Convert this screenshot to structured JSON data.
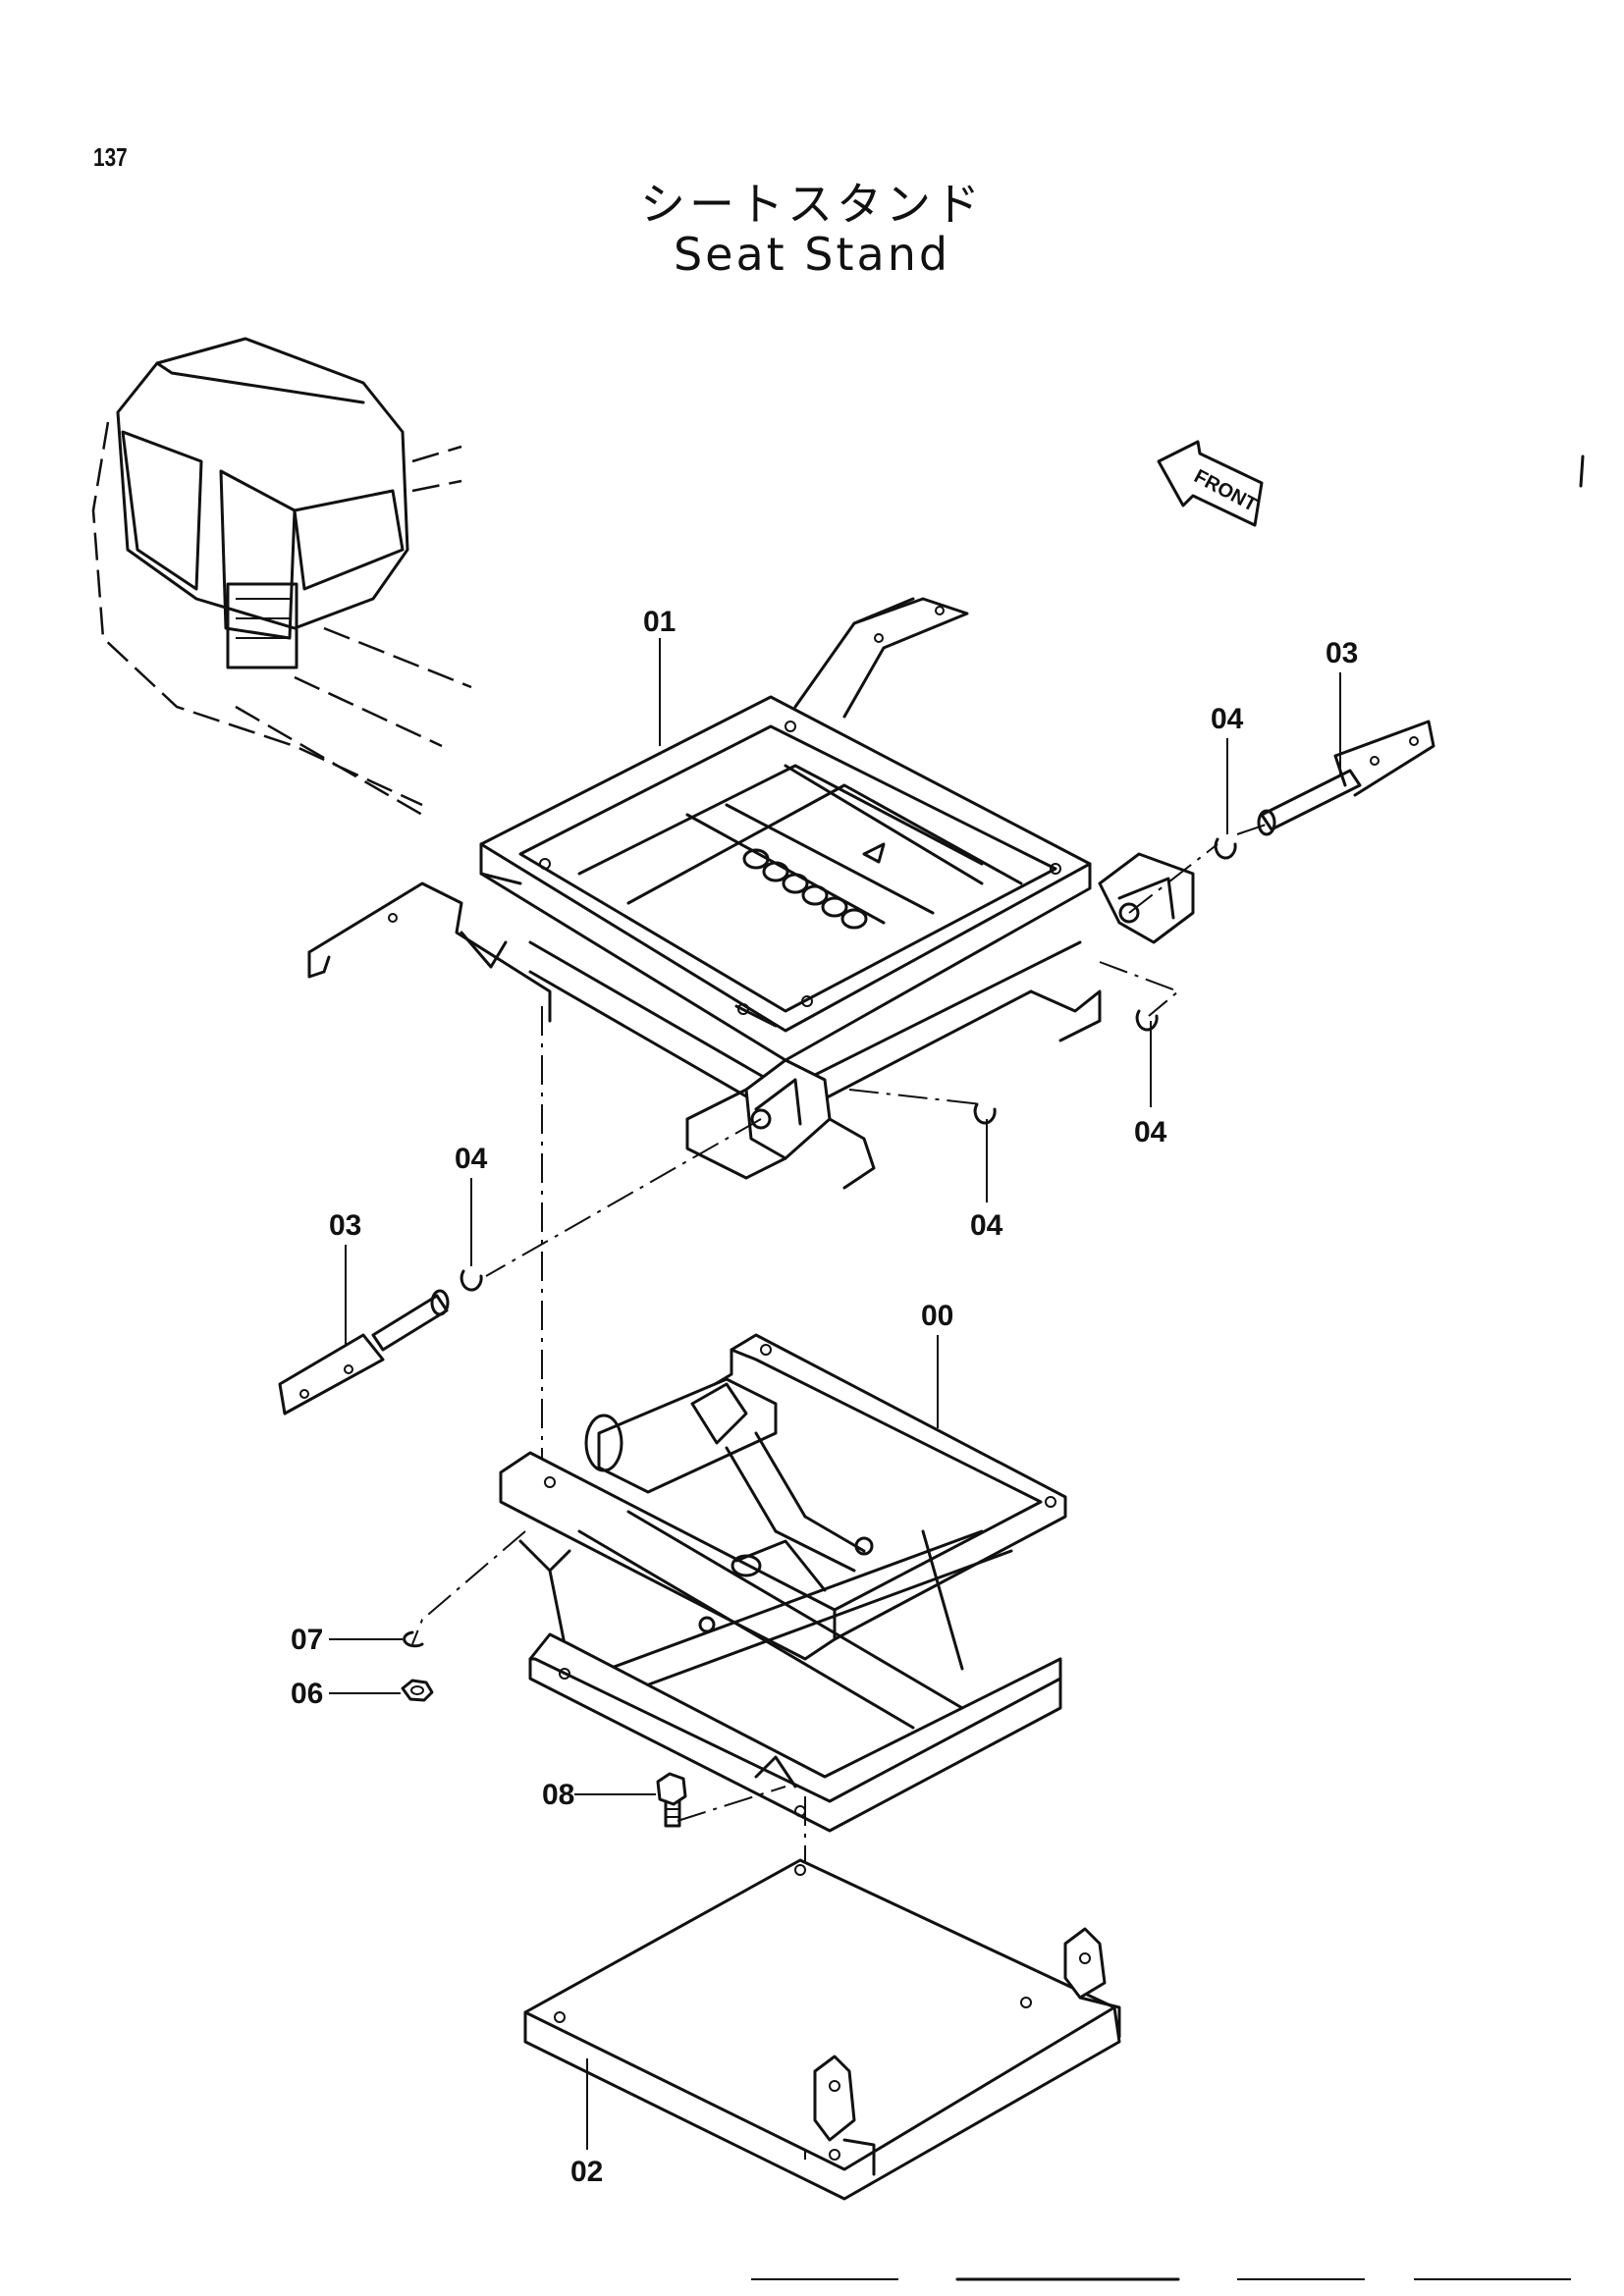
{
  "page_number": "137",
  "title_jp": "シートスタンド",
  "title_en": "Seat Stand",
  "front_label": "FRONT",
  "callouts": [
    {
      "id": "label-01",
      "text": "01"
    },
    {
      "id": "label-03-right",
      "text": "03"
    },
    {
      "id": "label-04-top-right",
      "text": "04"
    },
    {
      "id": "label-04-right",
      "text": "04"
    },
    {
      "id": "label-04-left",
      "text": "04"
    },
    {
      "id": "label-04-center",
      "text": "04"
    },
    {
      "id": "label-03-left",
      "text": "03"
    },
    {
      "id": "label-00",
      "text": "00"
    },
    {
      "id": "label-07",
      "text": "07"
    },
    {
      "id": "label-06",
      "text": "06"
    },
    {
      "id": "label-08",
      "text": "08"
    },
    {
      "id": "label-02",
      "text": "02"
    }
  ],
  "icons": {
    "cab": "excavator-cab-icon",
    "front_arrow": "front-arrow-icon"
  }
}
